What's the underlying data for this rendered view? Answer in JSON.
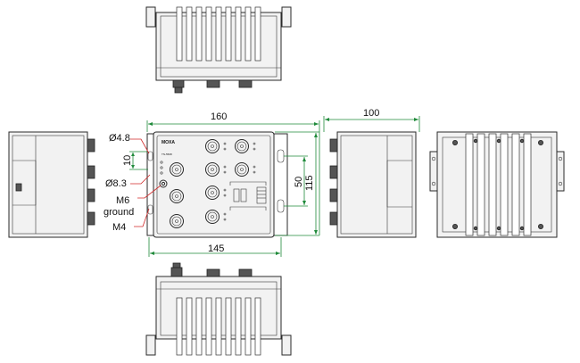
{
  "colors": {
    "outline": "#2a2a2a",
    "dimension_green": "#1f8a3a",
    "annotation_red": "#d12a2a"
  },
  "dimensions": {
    "front_width": "160",
    "side_depth": "100",
    "base_width": "145",
    "mount_spacing": "50",
    "front_height": "115",
    "spacing_10": "10"
  },
  "annotations": {
    "hole_diameter_small": "Ø4.8",
    "hole_diameter_large": "Ø8.3",
    "ground_line1": "M6",
    "ground_line2": "ground",
    "screw": "M4"
  },
  "device": {
    "brand_label": "MOXA",
    "model_label": "TN-5508"
  }
}
